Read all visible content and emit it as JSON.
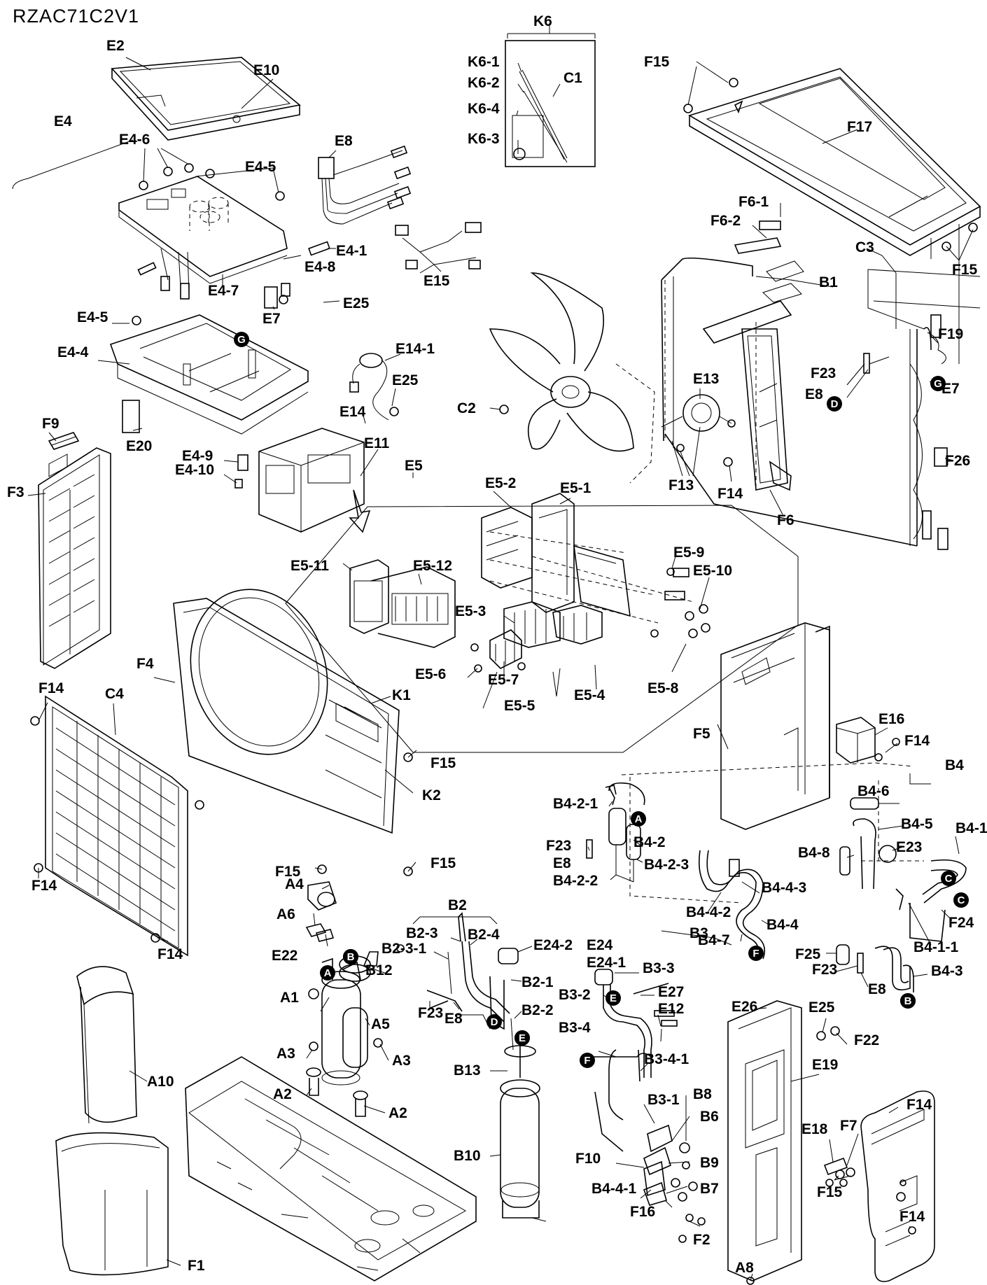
{
  "model": "RZAC71C2V1",
  "labels": [
    "E2",
    "E10",
    "E4",
    "E4-6",
    "E4-5",
    "E8",
    "E4-1",
    "E4-8",
    "E25",
    "E4-7",
    "E7",
    "E4-5",
    "E4-4",
    "E20",
    "F9",
    "F3",
    "E4-9",
    "E4-10",
    "E11",
    "E14-1",
    "E25",
    "E14",
    "E15",
    "K6",
    "K6-1",
    "K6-2",
    "K6-4",
    "K6-3",
    "C1",
    "C2",
    "F15",
    "F17",
    "F6-1",
    "F6-2",
    "C3",
    "B1",
    "F15",
    "F19",
    "F23",
    "E8",
    "E7",
    "E13",
    "F26",
    "F13",
    "F14",
    "F6",
    "E5",
    "E5-2",
    "E5-1",
    "E5-12",
    "E5-11",
    "E5-9",
    "E5-10",
    "E5-3",
    "E5-6",
    "E5-7",
    "E5-4",
    "E5-8",
    "E5-5",
    "F4",
    "K1",
    "F14",
    "C4",
    "F15",
    "K2",
    "F15",
    "F14",
    "F15",
    "A4",
    "A6",
    "F14",
    "F5",
    "E16",
    "F14",
    "B4",
    "B4-6",
    "B4-5",
    "E23",
    "B4-1",
    "B4-8",
    "B4-2-1",
    "F23",
    "E8",
    "B4-2",
    "B4-2-3",
    "B4-2-2",
    "B4-4-3",
    "B4-4-2",
    "B4-4",
    "B4-7",
    "F24",
    "B4-1-1",
    "F25",
    "F23",
    "E8",
    "B4-3",
    "B2",
    "B2-3",
    "B2-3-1",
    "B2-4",
    "E24-2",
    "B2-1",
    "B2-2",
    "F23",
    "E8",
    "E22",
    "B12",
    "A1",
    "A5",
    "A3",
    "A3",
    "A2",
    "A2",
    "B13",
    "B10",
    "E24",
    "E24-1",
    "B3",
    "B3-3",
    "B3-2",
    "E27",
    "E12",
    "B3-4",
    "B3-4-1",
    "B3-1",
    "B8",
    "B6",
    "F10",
    "B9",
    "B4-4-1",
    "B7",
    "F16",
    "F2",
    "E26",
    "E25",
    "F22",
    "E19",
    "E18",
    "F7",
    "F14",
    "F14",
    "F15",
    "A8",
    "A10",
    "F1"
  ],
  "markers": [
    "A",
    "B",
    "C",
    "D",
    "E",
    "F",
    "G",
    "G",
    "A",
    "B",
    "C",
    "D",
    "E",
    "F",
    "E",
    "B",
    "F"
  ]
}
